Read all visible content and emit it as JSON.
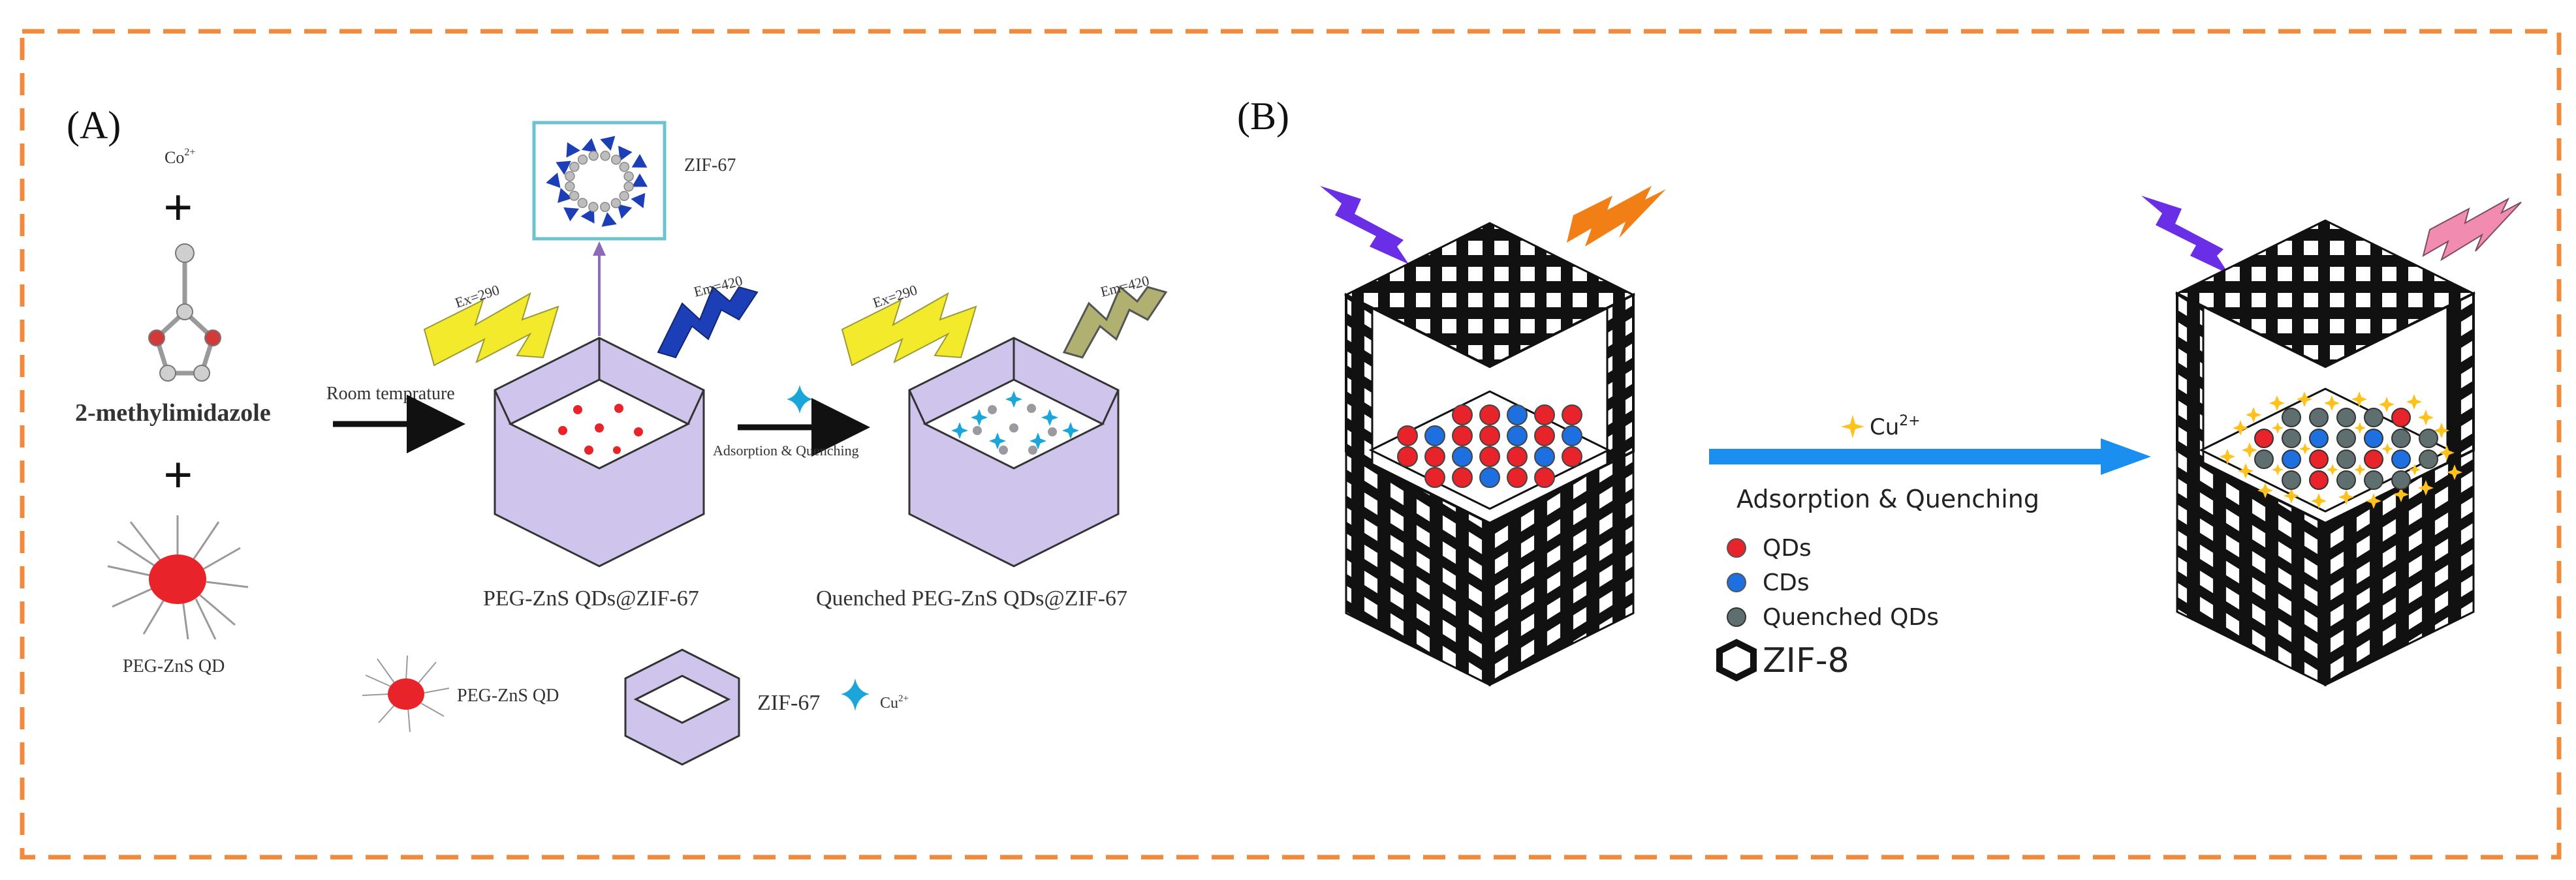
{
  "panel_a": {
    "label": "(A)",
    "co_ion": "Co",
    "co_charge": "2+",
    "plus": "+",
    "ligand_name": "2-methylimidazole",
    "qd_name": "PEG-ZnS QD",
    "zif_label": "ZIF-67",
    "room_temp": "Room temprature",
    "ex_label": "Ex=290",
    "em_label": "Em=420",
    "composite_label": "PEG-ZnS QDs@ZIF-67",
    "adsorption_label": "Adsorption & Quenching",
    "quenched_label": "Quenched PEG-ZnS QDs@ZIF-67",
    "legend": {
      "qd": "PEG-ZnS QD",
      "zif": "ZIF-67",
      "cu_ion": "Cu",
      "cu_charge": "2+"
    }
  },
  "panel_b": {
    "label": "(B)",
    "cu_ion": "Cu",
    "cu_charge": "2+",
    "process": "Adsorption & Quenching",
    "legend": {
      "qds": "QDs",
      "cds": "CDs",
      "quenched": "Quenched QDs",
      "zif": "ZIF-8"
    }
  },
  "colors": {
    "frame": "#f08a3c",
    "qd_red": "#e8232a",
    "cd_blue": "#1e6fe0",
    "quenched_gray": "#5f6e6e",
    "cu_yellow": "#ffc21c",
    "cu_cyan": "#1aa6d8",
    "zif67_purple": "#cfc5ec",
    "arrow_blue": "#1a8ff0",
    "bolt_violet": "#6a2ee6",
    "bolt_orange": "#f27f16",
    "bolt_pink": "#f28bb0",
    "bolt_yellow": "#f2ea2a",
    "bolt_navy": "#1c3fb8",
    "bolt_khaki": "#b0b070"
  }
}
